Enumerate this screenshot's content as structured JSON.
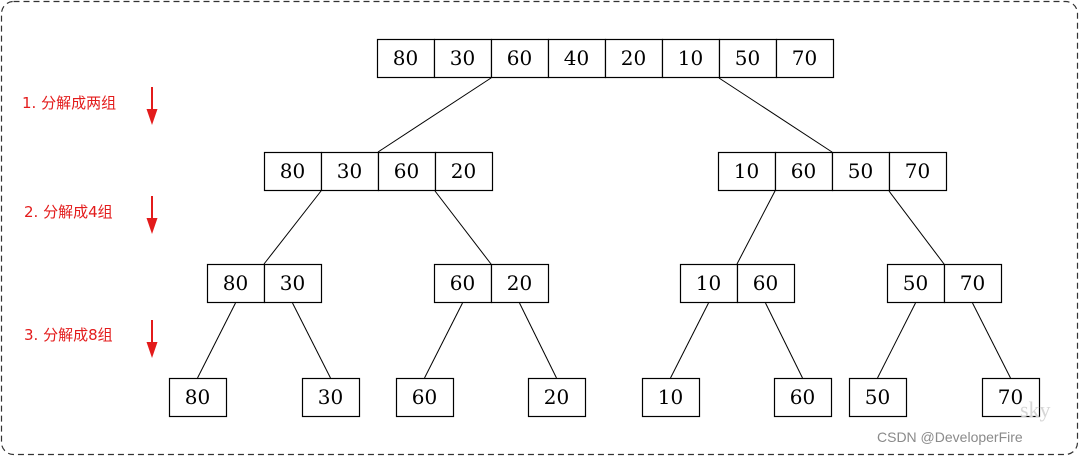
{
  "colors": {
    "step_label": "#e31b1b",
    "arrow": "#e31b1b",
    "box_stroke": "#000000",
    "frame_stroke": "#333333"
  },
  "steps": [
    {
      "label": "1. 分解成两组",
      "icon": "arrow-down-icon"
    },
    {
      "label": "2. 分解成4组",
      "icon": "arrow-down-icon"
    },
    {
      "label": "3. 分解成8组",
      "icon": "arrow-down-icon"
    }
  ],
  "levels": [
    {
      "groups": [
        [
          "80",
          "30",
          "60",
          "40",
          "20",
          "10",
          "50",
          "70"
        ]
      ]
    },
    {
      "groups": [
        [
          "80",
          "30",
          "60",
          "20"
        ],
        [
          "10",
          "60",
          "50",
          "70"
        ]
      ]
    },
    {
      "groups": [
        [
          "80",
          "30"
        ],
        [
          "60",
          "20"
        ],
        [
          "10",
          "60"
        ],
        [
          "50",
          "70"
        ]
      ]
    },
    {
      "groups": [
        [
          "80"
        ],
        [
          "30"
        ],
        [
          "60"
        ],
        [
          "20"
        ],
        [
          "10"
        ],
        [
          "60"
        ],
        [
          "50"
        ],
        [
          "70"
        ]
      ]
    }
  ],
  "edges": [
    {
      "from": [
        0,
        0
      ],
      "to": [
        1,
        0
      ]
    },
    {
      "from": [
        0,
        0
      ],
      "to": [
        1,
        1
      ]
    },
    {
      "from": [
        1,
        0
      ],
      "to": [
        2,
        0
      ]
    },
    {
      "from": [
        1,
        0
      ],
      "to": [
        2,
        1
      ]
    },
    {
      "from": [
        1,
        1
      ],
      "to": [
        2,
        2
      ]
    },
    {
      "from": [
        1,
        1
      ],
      "to": [
        2,
        3
      ]
    },
    {
      "from": [
        2,
        0
      ],
      "to": [
        3,
        0
      ]
    },
    {
      "from": [
        2,
        0
      ],
      "to": [
        3,
        1
      ]
    },
    {
      "from": [
        2,
        1
      ],
      "to": [
        3,
        2
      ]
    },
    {
      "from": [
        2,
        1
      ],
      "to": [
        3,
        3
      ]
    },
    {
      "from": [
        2,
        2
      ],
      "to": [
        3,
        4
      ]
    },
    {
      "from": [
        2,
        2
      ],
      "to": [
        3,
        5
      ]
    },
    {
      "from": [
        2,
        3
      ],
      "to": [
        3,
        6
      ]
    },
    {
      "from": [
        2,
        3
      ],
      "to": [
        3,
        7
      ]
    }
  ],
  "watermark": {
    "sky": "sky",
    "csdn": "CSDN @DeveloperFire"
  }
}
